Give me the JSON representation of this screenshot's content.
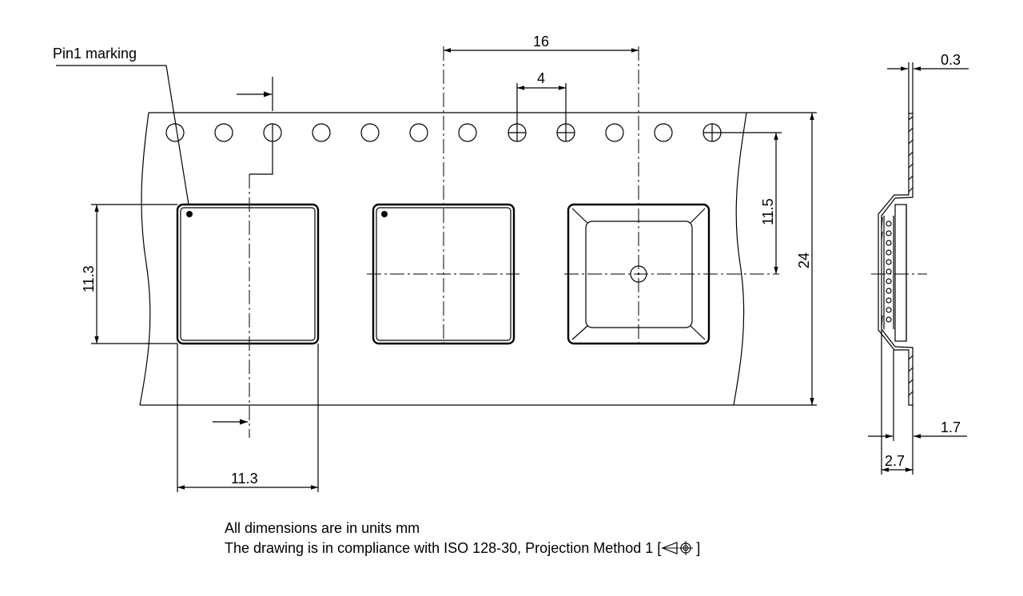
{
  "labels": {
    "pin1": "Pin1 marking",
    "pitch": "16",
    "hole_pitch": "4",
    "thickness": "0.3",
    "hole_to_center": "11.5",
    "tape_width": "24",
    "pocket_height": "11.3",
    "pocket_width": "11.3",
    "cover_dim": "1.7",
    "depth": "2.7"
  },
  "notes": {
    "line1": "All dimensions are in units mm",
    "line2": "The drawing is in compliance with ISO 128-30, Projection Method 1 [",
    "line2_end": "]"
  }
}
